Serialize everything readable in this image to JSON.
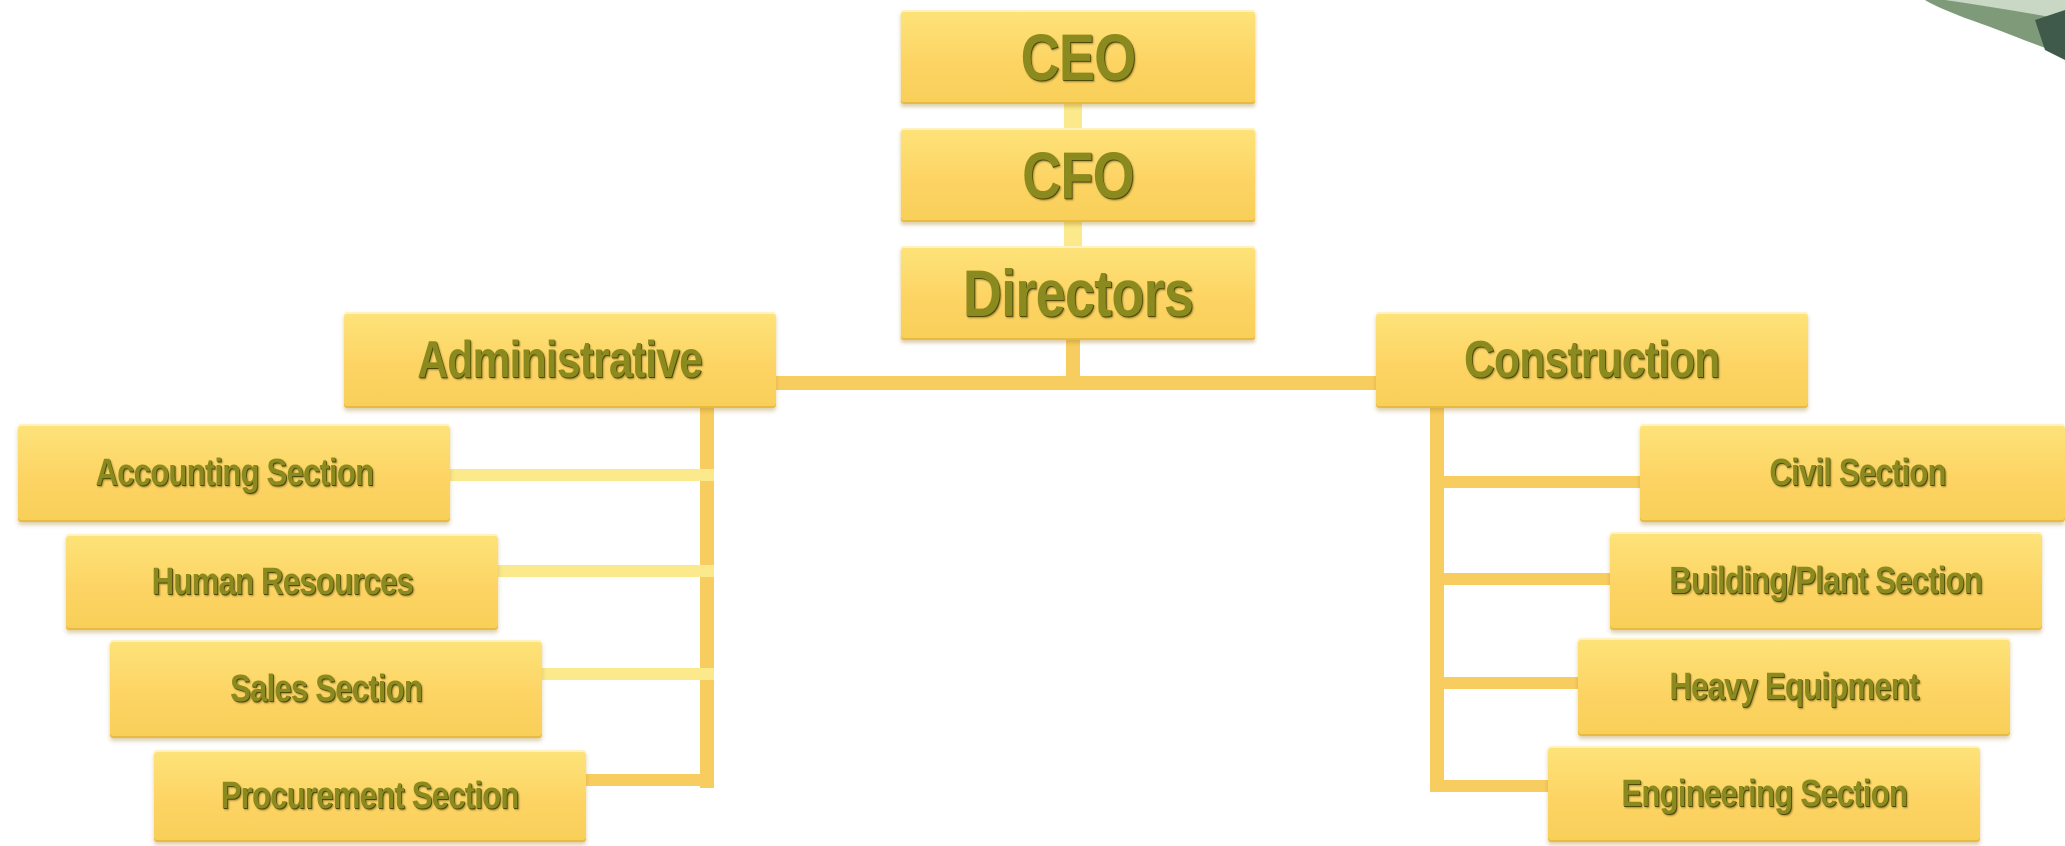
{
  "org_chart": {
    "top": [
      "CEO",
      "CFO",
      "Directors"
    ],
    "branches": {
      "left": {
        "title": "Administrative",
        "sections": [
          "Accounting Section",
          "Human Resources",
          "Sales Section",
          "Procurement Section"
        ]
      },
      "right": {
        "title": "Construction",
        "sections": [
          "Civil Section",
          "Building/Plant Section",
          "Heavy Equipment",
          "Engineering Section"
        ]
      }
    }
  },
  "colors": {
    "box_fill": "#fdd464",
    "connector": "#f8cd5f",
    "connector_light": "#fbe98c",
    "text": "#8b8a1f",
    "text_shadow": "#4e4a08"
  }
}
